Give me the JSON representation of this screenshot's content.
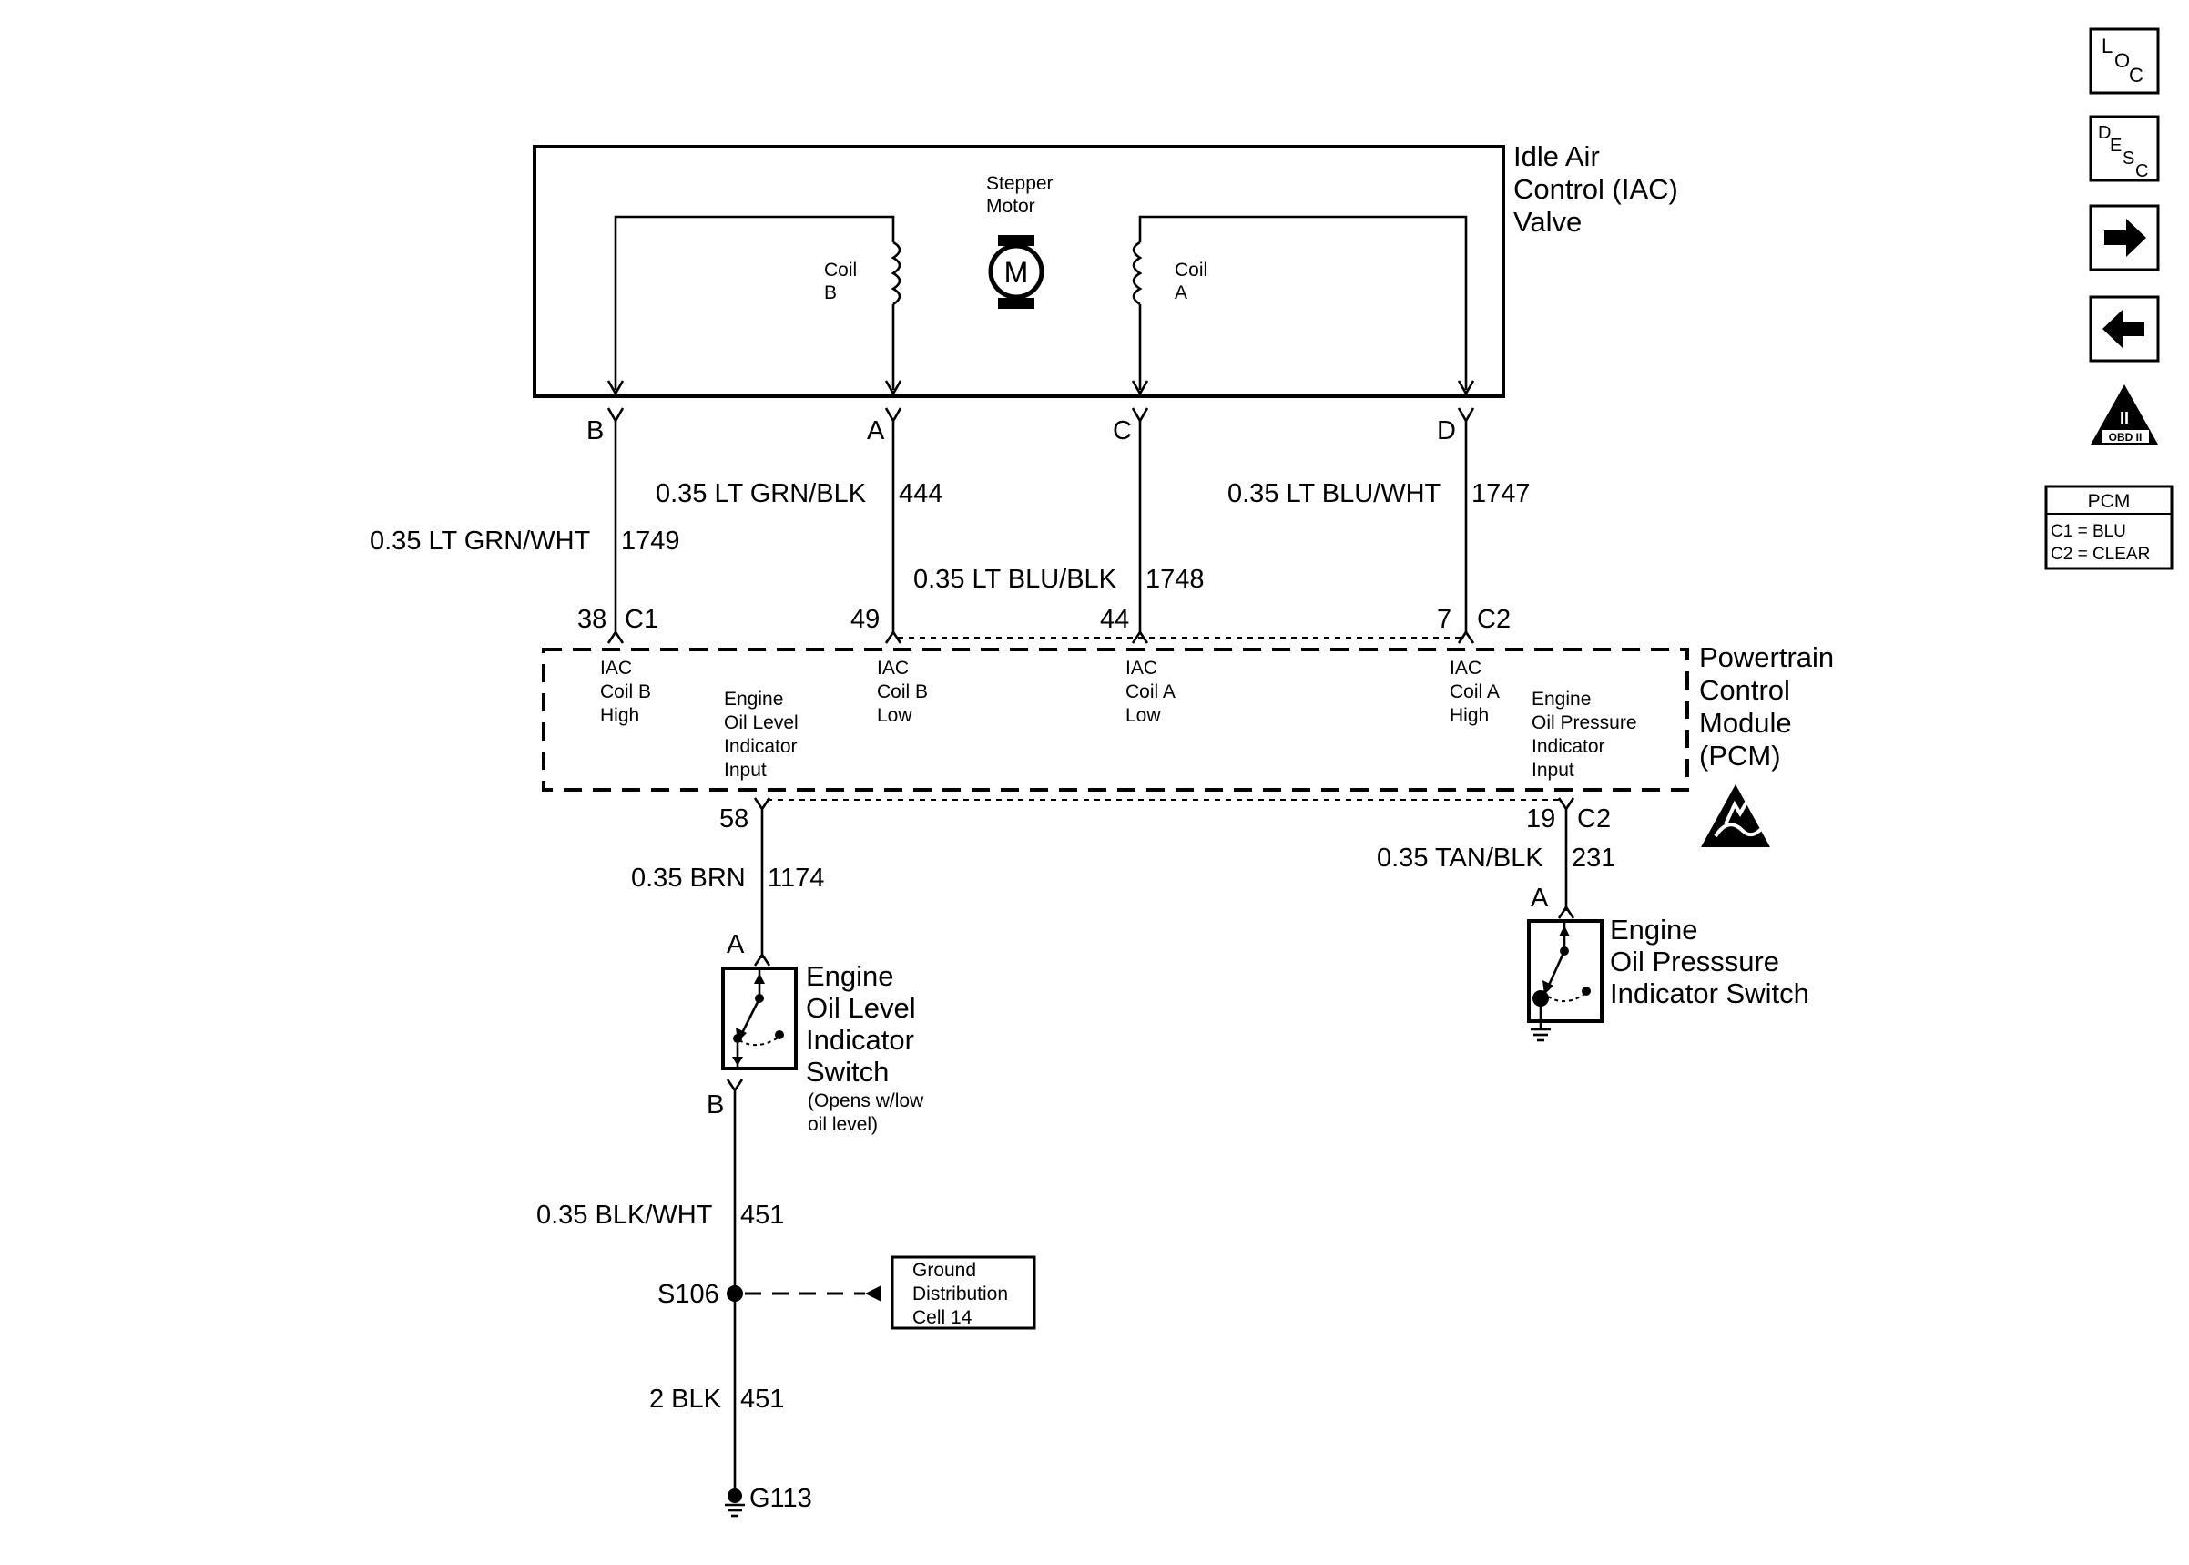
{
  "iac_valve": {
    "title_lines": [
      "Idle Air",
      "Control (IAC)",
      "Valve"
    ],
    "motor_label_lines": [
      "Stepper",
      "Motor"
    ],
    "motor_symbol": "M",
    "coil_b_lines": [
      "Coil",
      "B"
    ],
    "coil_a_lines": [
      "Coil",
      "A"
    ],
    "terminals": [
      "B",
      "A",
      "C",
      "D"
    ]
  },
  "wires": {
    "w1749": {
      "spec": "0.35 LT GRN/WHT",
      "circuit": "1749"
    },
    "w444": {
      "spec": "0.35 LT GRN/BLK",
      "circuit": "444"
    },
    "w1748": {
      "spec": "0.35 LT BLU/BLK",
      "circuit": "1748"
    },
    "w1747": {
      "spec": "0.35 LT BLU/WHT",
      "circuit": "1747"
    },
    "w1174": {
      "spec": "0.35 BRN",
      "circuit": "1174"
    },
    "w231": {
      "spec": "0.35 TAN/BLK",
      "circuit": "231"
    },
    "w451a": {
      "spec": "0.35 BLK/WHT",
      "circuit": "451"
    },
    "w451b": {
      "spec": "2 BLK",
      "circuit": "451"
    }
  },
  "pcm": {
    "title_lines": [
      "Powertrain",
      "Control",
      "Module",
      "(PCM)"
    ],
    "top_pins": [
      {
        "pin": "38",
        "connector": "C1",
        "label_lines": [
          "IAC",
          "Coil B",
          "High"
        ]
      },
      {
        "pin": "49",
        "connector": "",
        "label_lines": [
          "IAC",
          "Coil B",
          "Low"
        ]
      },
      {
        "pin": "44",
        "connector": "",
        "label_lines": [
          "IAC",
          "Coil A",
          "Low"
        ]
      },
      {
        "pin": "7",
        "connector": "C2",
        "label_lines": [
          "IAC",
          "Coil A",
          "High"
        ]
      }
    ],
    "bottom_pins": [
      {
        "pin": "58",
        "connector": "",
        "label_lines": [
          "Engine",
          "Oil Level",
          "Indicator",
          "Input"
        ]
      },
      {
        "pin": "19",
        "connector": "C2",
        "label_lines": [
          "Engine",
          "Oil Pressure",
          "Indicator",
          "Input"
        ]
      }
    ]
  },
  "oil_level_switch": {
    "title_lines": [
      "Engine",
      "Oil Level",
      "Indicator",
      "Switch"
    ],
    "note_lines": [
      "(Opens w/low",
      "oil level)"
    ],
    "terminal_top": "A",
    "terminal_bottom": "B"
  },
  "oil_pressure_switch": {
    "title_lines": [
      "Engine",
      "Oil Presssure",
      "Indicator Switch"
    ],
    "terminal_top": "A"
  },
  "splice": {
    "label": "S106"
  },
  "ground_ref": {
    "label_lines": [
      "Ground",
      "Distribution",
      "Cell 14"
    ]
  },
  "ground": {
    "label": "G113"
  },
  "nav": {
    "loc": [
      "L",
      "O",
      "C"
    ],
    "desc": [
      "D",
      "E",
      "S",
      "C"
    ],
    "obd_label": "OBD II",
    "obd_roman": "II"
  },
  "pcm_legend": {
    "title": "PCM",
    "rows": [
      "C1 = BLU",
      "C2 = CLEAR"
    ]
  }
}
